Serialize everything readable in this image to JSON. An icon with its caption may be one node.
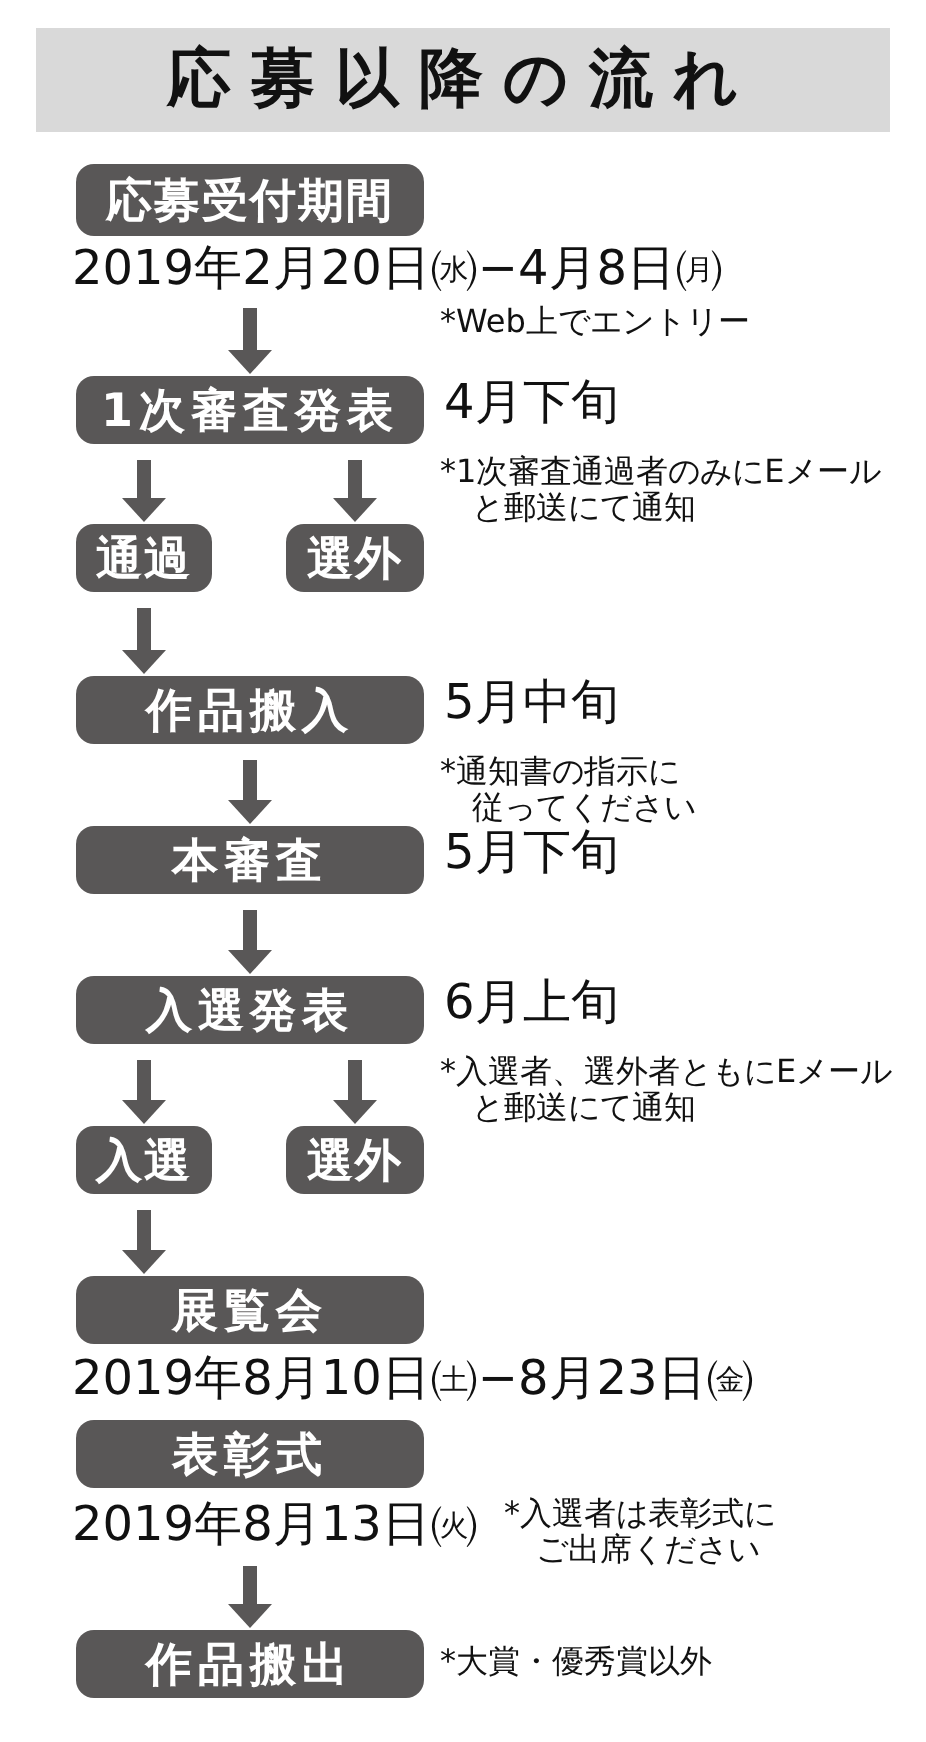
{
  "diagram": {
    "title": "応募以降の流れ",
    "nodes": [
      {
        "text": [
          "応募受付期間"
        ],
        "beside": [
          "2019年2月20日㈬−4月8日㈪",
          "*Web上でエントリー"
        ]
      },
      {
        "text": [
          "1次審査発表"
        ],
        "beside": [
          "4月下旬",
          "*1次審査通過者のみにEメールと郵送にて通知"
        ]
      },
      {
        "text": [
          "通過"
        ]
      },
      {
        "text": [
          "選外"
        ]
      },
      {
        "text": [
          "作品搬入"
        ],
        "beside": [
          "5月中旬",
          "*通知書の指示に従ってください"
        ]
      },
      {
        "text": [
          "本審査"
        ],
        "beside": [
          "5月下旬"
        ]
      },
      {
        "text": [
          "入選発表"
        ],
        "beside": [
          "6月上旬",
          "*入選者、選外者ともにEメールと郵送にて通知"
        ]
      },
      {
        "text": [
          "入選"
        ]
      },
      {
        "text": [
          "選外"
        ]
      },
      {
        "text": [
          "展覧会"
        ],
        "beside": [
          "2019年8月10日㈯−8月23日㈮"
        ]
      },
      {
        "text": [
          "表彰式"
        ],
        "beside": [
          "2019年8月13日㈫",
          "*入選者は表彰式にご出席ください"
        ]
      },
      {
        "text": [
          "作品搬出"
        ],
        "beside": [
          "*大賞・優秀賞以外"
        ]
      }
    ],
    "edges": [
      {
        "from": 0,
        "to": 1,
        "arrow": "to"
      },
      {
        "from": 1,
        "to": 2,
        "arrow": "to"
      },
      {
        "from": 1,
        "to": 3,
        "arrow": "to"
      },
      {
        "from": 2,
        "to": 4,
        "arrow": "to"
      },
      {
        "from": 4,
        "to": 5,
        "arrow": "to"
      },
      {
        "from": 5,
        "to": 6,
        "arrow": "to"
      },
      {
        "from": 6,
        "to": 7,
        "arrow": "to"
      },
      {
        "from": 6,
        "to": 8,
        "arrow": "to"
      },
      {
        "from": 7,
        "to": 9,
        "arrow": "to"
      },
      {
        "from": 10,
        "to": 11,
        "arrow": "to"
      }
    ]
  }
}
